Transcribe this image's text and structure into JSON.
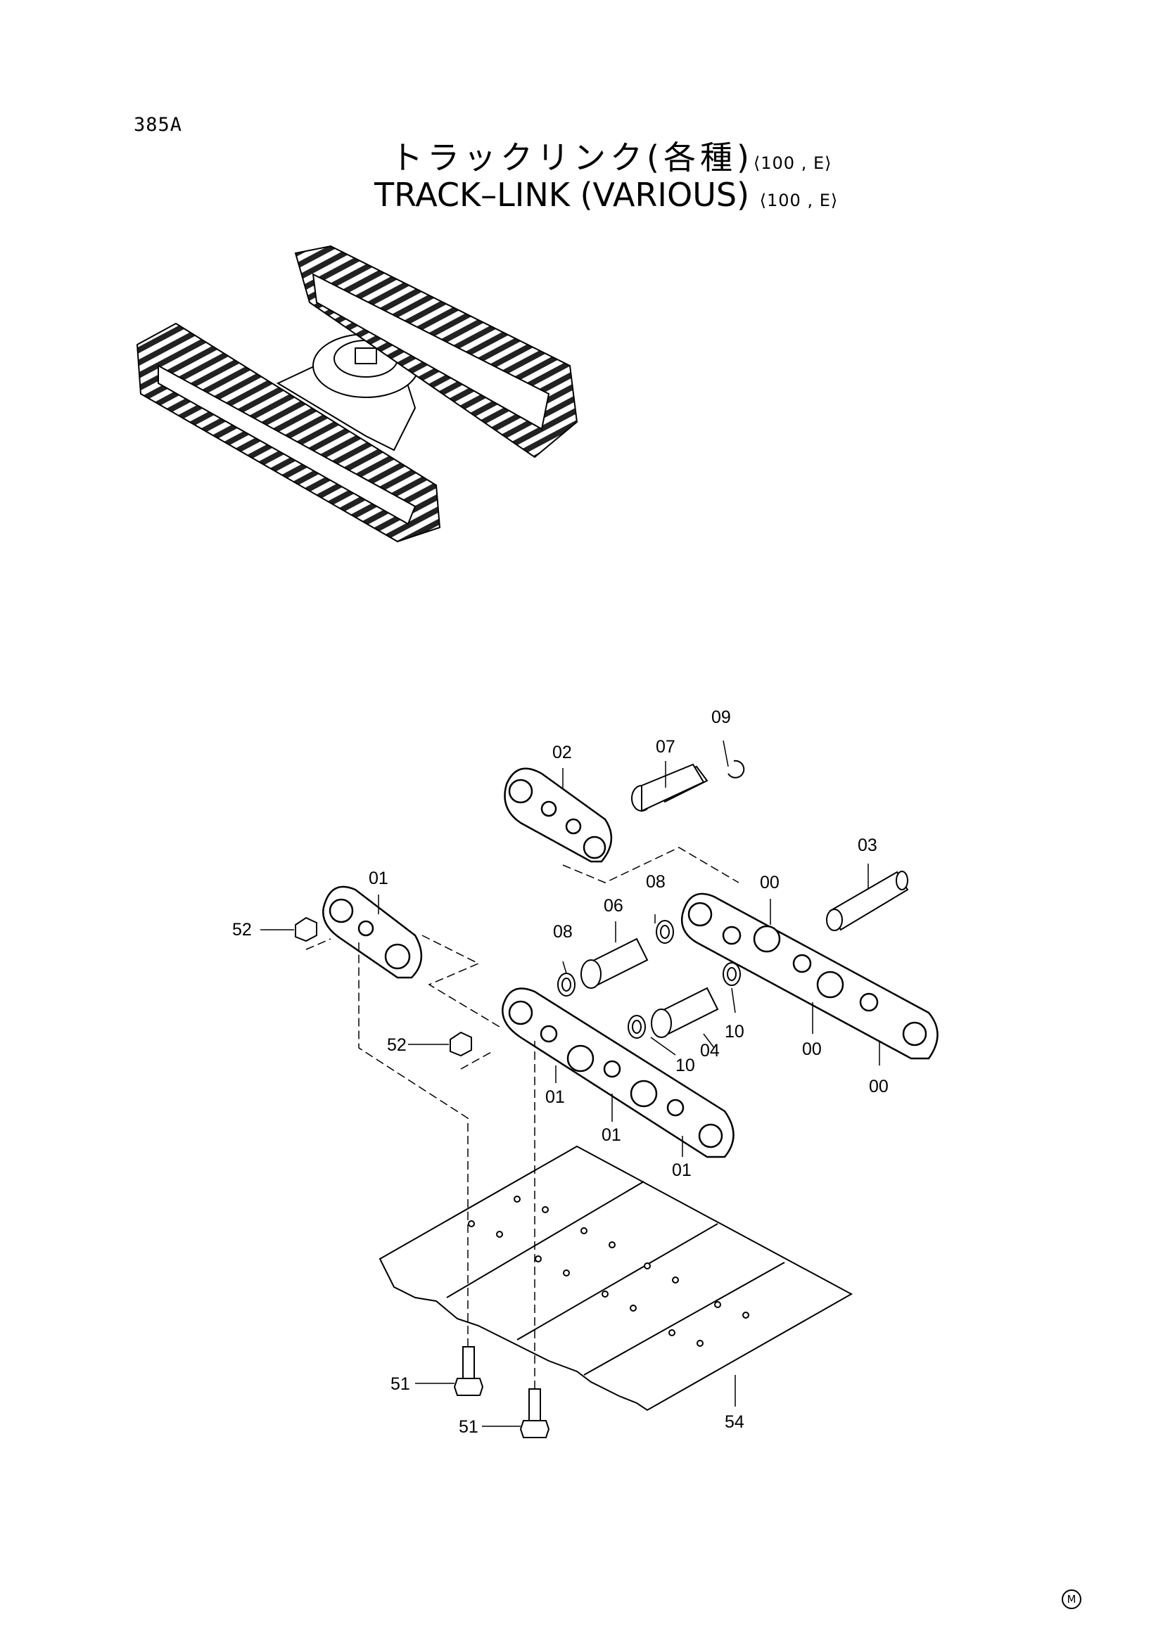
{
  "page": {
    "id": "385A",
    "title_jp": "トラックリンク(各種)",
    "title_en": "TRACK–LINK  (VARIOUS)",
    "variant": "⟨100 , E⟩",
    "mark": "M"
  },
  "callouts": [
    {
      "key": "c09",
      "text": "09"
    },
    {
      "key": "c02",
      "text": "02"
    },
    {
      "key": "c07",
      "text": "07"
    },
    {
      "key": "c03",
      "text": "03"
    },
    {
      "key": "c01a",
      "text": "01"
    },
    {
      "key": "c00a",
      "text": "00"
    },
    {
      "key": "c08a",
      "text": "08"
    },
    {
      "key": "c06",
      "text": "06"
    },
    {
      "key": "c52a",
      "text": "52"
    },
    {
      "key": "c08b",
      "text": "08"
    },
    {
      "key": "c10a",
      "text": "10"
    },
    {
      "key": "c04",
      "text": "04"
    },
    {
      "key": "c00b",
      "text": "00"
    },
    {
      "key": "c52b",
      "text": "52"
    },
    {
      "key": "c10b",
      "text": "10"
    },
    {
      "key": "c00c",
      "text": "00"
    },
    {
      "key": "c01b",
      "text": "01"
    },
    {
      "key": "c01c",
      "text": "01"
    },
    {
      "key": "c01d",
      "text": "01"
    },
    {
      "key": "c51a",
      "text": "51"
    },
    {
      "key": "c54",
      "text": "54"
    },
    {
      "key": "c51b",
      "text": "51"
    }
  ]
}
